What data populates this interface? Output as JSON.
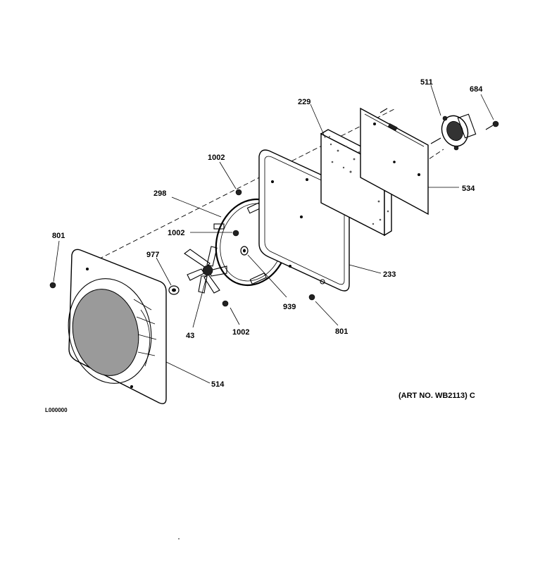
{
  "parts": [
    {
      "id": "p229",
      "label": "229"
    },
    {
      "id": "p511",
      "label": "511"
    },
    {
      "id": "p684",
      "label": "684"
    },
    {
      "id": "p534",
      "label": "534"
    },
    {
      "id": "p1002a",
      "label": "1002"
    },
    {
      "id": "p298",
      "label": "298"
    },
    {
      "id": "p1002b",
      "label": "1002"
    },
    {
      "id": "p801a",
      "label": "801"
    },
    {
      "id": "p977",
      "label": "977"
    },
    {
      "id": "p233",
      "label": "233"
    },
    {
      "id": "p939",
      "label": "939"
    },
    {
      "id": "p43",
      "label": "43"
    },
    {
      "id": "p1002c",
      "label": "1002"
    },
    {
      "id": "p801b",
      "label": "801"
    },
    {
      "id": "p514",
      "label": "514"
    }
  ],
  "art_number": "(ART NO. WB2113) C",
  "drawing_code": "L000000"
}
